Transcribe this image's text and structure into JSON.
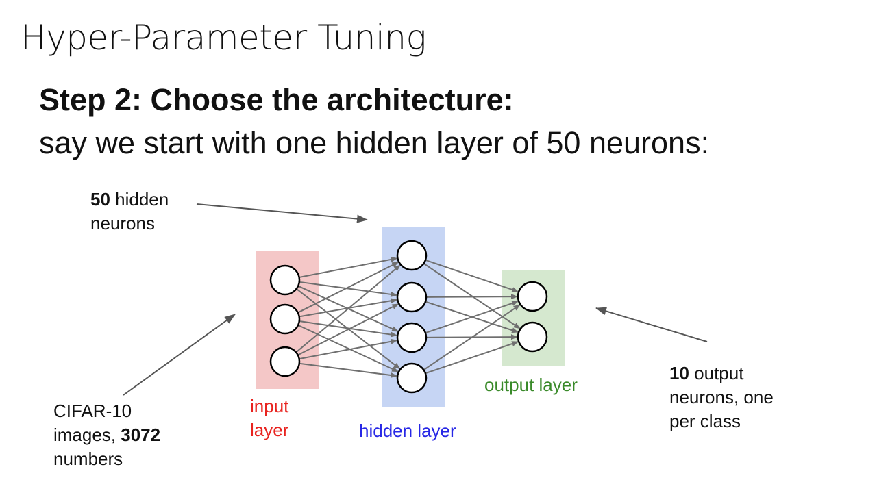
{
  "slide": {
    "title": "Hyper-Parameter Tuning"
  },
  "step": {
    "heading": "Step 2: Choose the architecture:",
    "subheading": "say we start with one hidden layer of 50 neurons:"
  },
  "callouts": {
    "hidden": {
      "bold": "50",
      "text": " hidden",
      "line2": "neurons"
    },
    "input": {
      "line1": "CIFAR-10",
      "line2_text": "images, ",
      "line2_bold": "3072",
      "line3": "numbers"
    },
    "output": {
      "bold": "10",
      "text": " output",
      "line2": "neurons, one",
      "line3": "per class"
    }
  },
  "layers": {
    "input": {
      "label_line1": "input",
      "label_line2": "layer",
      "color": "#f4c7c7",
      "label_color": "#e8231f"
    },
    "hidden": {
      "label": "hidden layer",
      "color": "#c6d5f4",
      "label_color": "#2727e6"
    },
    "output": {
      "label": "output layer",
      "color": "#d5e8cf",
      "label_color": "#3a8a2a"
    }
  },
  "colors": {
    "connection": "#6f6f6f",
    "callout_arrow": "#555555",
    "node_stroke": "#000000"
  }
}
